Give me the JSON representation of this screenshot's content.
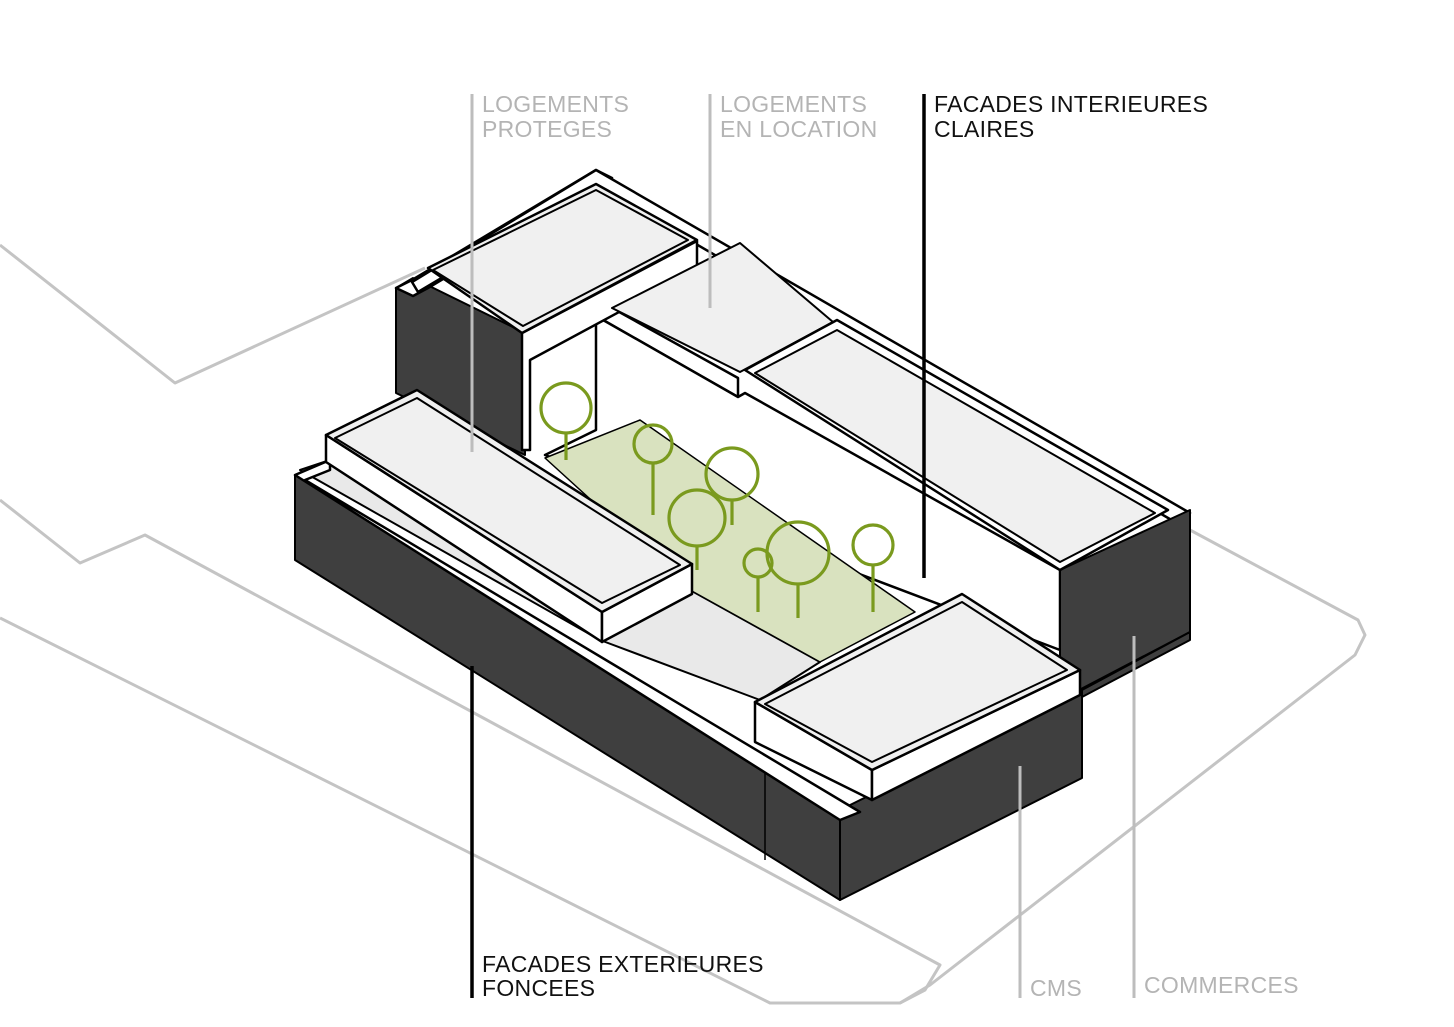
{
  "labels": {
    "logements_proteges": [
      "LOGEMENTS",
      "PROTEGES"
    ],
    "logements_location": [
      "LOGEMENTS",
      "EN LOCATION"
    ],
    "facades_interieures": [
      "FACADES INTERIEURES",
      "CLAIRES"
    ],
    "facades_exterieures": [
      "FACADES EXTERIEURES",
      "FONCEES"
    ],
    "cms": "CMS",
    "commerces": "COMMERCES"
  },
  "colors": {
    "tree": "#7a9a1e",
    "label_grey": "#b4b4b4",
    "label_dark": "#111111",
    "dark_facade": "#3f3f3f",
    "courtyard": "#d9e2bf"
  }
}
